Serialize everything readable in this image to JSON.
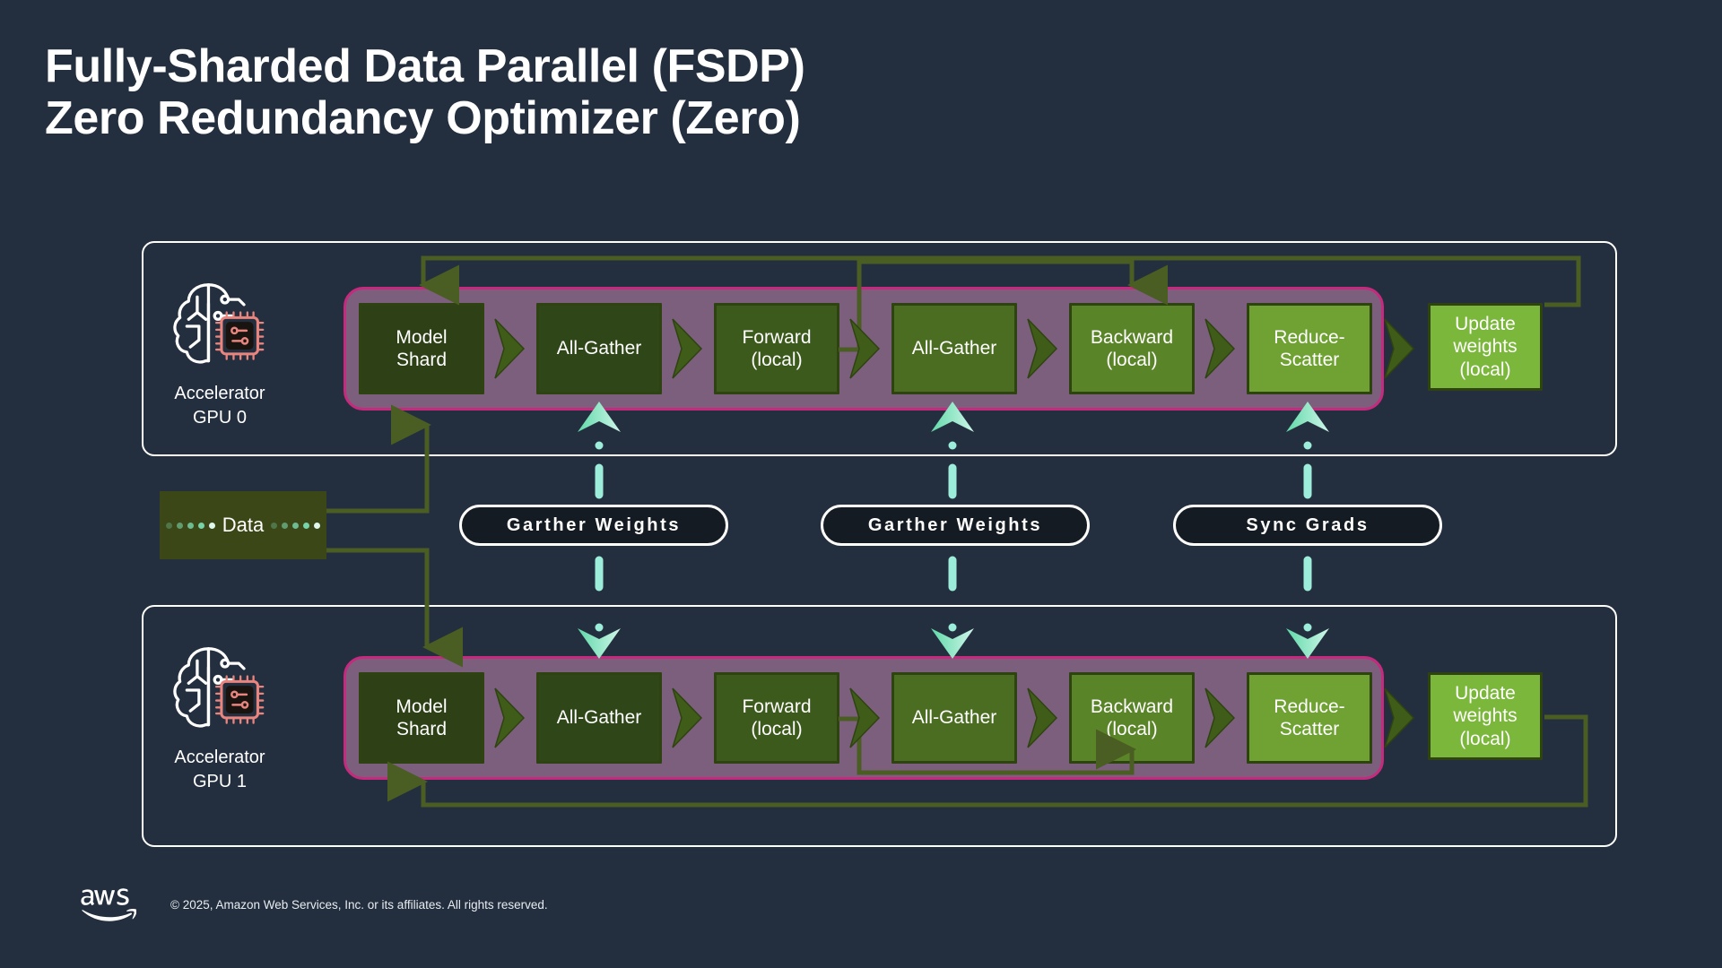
{
  "title": {
    "line1": "Fully-Sharded Data Parallel (FSDP)",
    "line2": "Zero Redundancy Optimizer (Zero)",
    "text": "Fully-Sharded Data Parallel (FSDP)\nZero Redundancy Optimizer (Zero)"
  },
  "colors": {
    "background": "#232f3e",
    "panel_border": "#ffffff",
    "band_fill": "#7c5f7d",
    "band_border": "#c52a7e",
    "wire": "#4a5d23",
    "teal": "#7fe7cd",
    "box_border": "#2f4312",
    "chip_accent": "#e8857f",
    "text": "#ffffff"
  },
  "accelerators": [
    {
      "icon": "brain-chip-icon",
      "label": "Accelerator\nGPU 0",
      "name": "Accelerator",
      "id": "GPU 0"
    },
    {
      "icon": "brain-chip-icon",
      "label": "Accelerator\nGPU 1",
      "name": "Accelerator",
      "id": "GPU 1"
    }
  ],
  "stages": [
    {
      "label": "Model\nShard",
      "shade": "c0",
      "in_band": true
    },
    {
      "label": "All-Gather",
      "shade": "c1",
      "in_band": true
    },
    {
      "label": "Forward\n(local)",
      "shade": "c2",
      "in_band": true
    },
    {
      "label": "All-Gather",
      "shade": "c3",
      "in_band": true
    },
    {
      "label": "Backward\n(local)",
      "shade": "c4",
      "in_band": true
    },
    {
      "label": "Reduce-\nScatter",
      "shade": "c5",
      "in_band": true
    },
    {
      "label": "Update\nweights\n(local)",
      "shade": "c6",
      "in_band": false
    }
  ],
  "data_source": {
    "label": "Data",
    "leading_dots": 5,
    "trailing_dots": 5
  },
  "comm_pills": [
    {
      "label": "Garther Weights",
      "kind": "gather",
      "target_stage": "All-Gather"
    },
    {
      "label": "Garther Weights",
      "kind": "gather",
      "target_stage": "All-Gather"
    },
    {
      "label": "Sync Grads",
      "kind": "sync",
      "target_stage": "Reduce-Scatter"
    }
  ],
  "footer": {
    "logo": "aws-logo",
    "copyright": "© 2025, Amazon Web Services, Inc. or its affiliates. All rights reserved."
  }
}
